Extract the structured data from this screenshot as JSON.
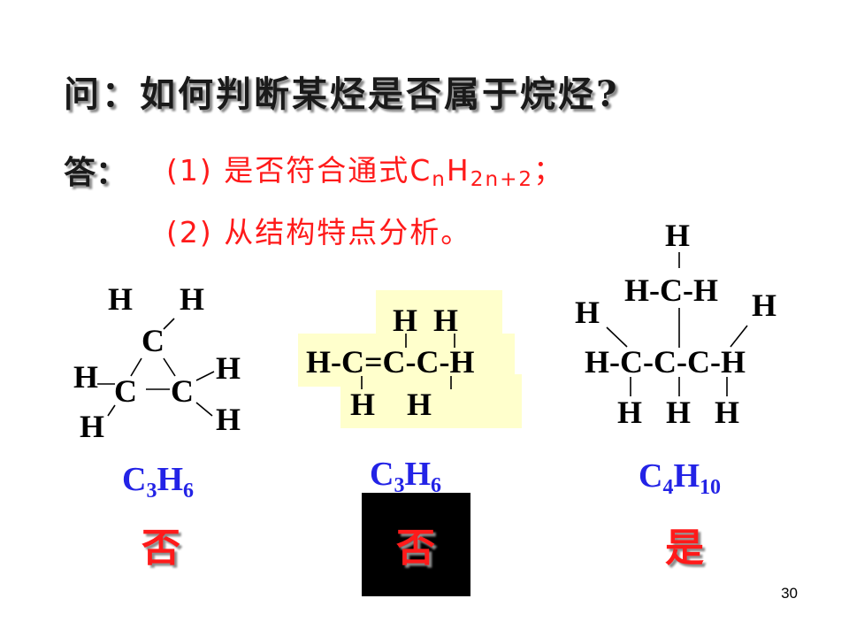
{
  "question": "问：如何判断某烃是否属于烷烃?",
  "answer": {
    "label": "答：",
    "point1_prefix": "(1) 是否符合通式",
    "point1_formula": {
      "c": "C",
      "n": "n",
      "h": "H",
      "sub": "2n+2"
    },
    "point1_suffix": "；",
    "point2": "(2) 从结构特点分析。"
  },
  "molecules": {
    "cyclopropane": {
      "atoms": [
        "H",
        "H",
        "C",
        "H",
        "C",
        "C",
        "H",
        "H",
        "H"
      ],
      "formula": {
        "c": "C",
        "c_sub": "3",
        "h": "H",
        "h_sub": "6"
      },
      "verdict": "否"
    },
    "propene": {
      "top": "H  H",
      "main": "H-C=C-C-H",
      "bottom": "H    H",
      "formula": {
        "c": "C",
        "c_sub": "3",
        "h": "H",
        "h_sub": "6"
      },
      "verdict": "否"
    },
    "isobutane": {
      "atoms": [
        "H",
        "H-C-H",
        "H",
        "H",
        "H-C-C-C-H",
        "H",
        "H",
        "H"
      ],
      "formula": {
        "c": "C",
        "c_sub": "4",
        "h": "H",
        "h_sub": "10"
      },
      "verdict": "是"
    }
  },
  "page_number": "30",
  "colors": {
    "answer_red": "#ff1a1a",
    "formula_blue": "#2323e6",
    "highlight": "#ffffcc"
  }
}
